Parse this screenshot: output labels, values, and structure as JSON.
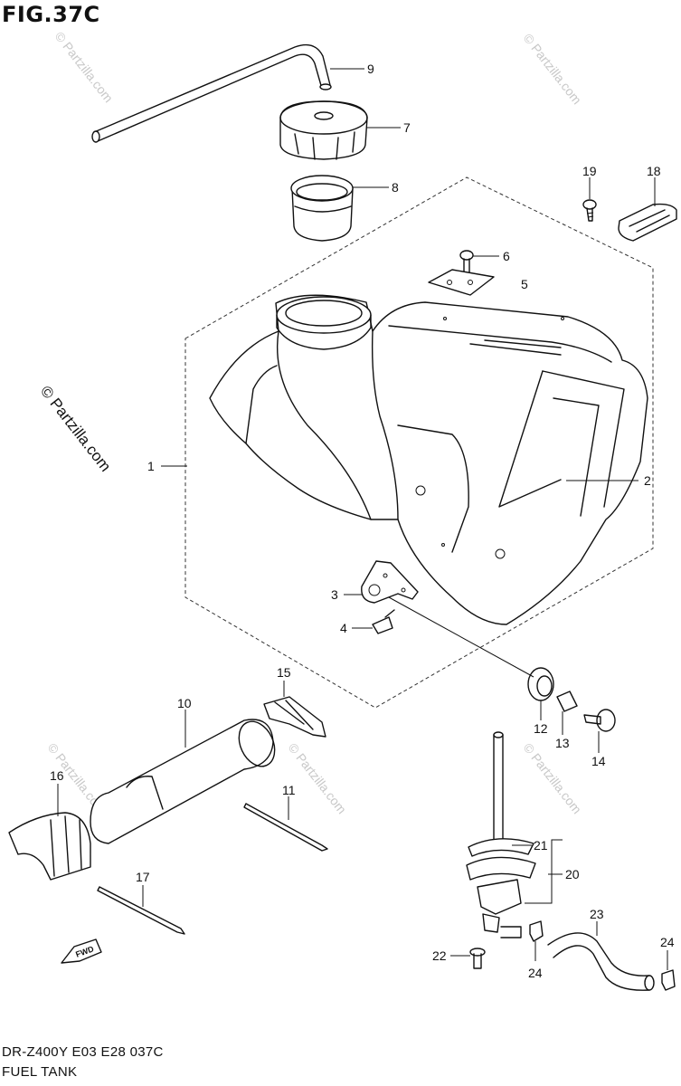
{
  "figure": {
    "title": "FIG.37C",
    "model_line": "DR-Z400Y E03 E28  037C",
    "section_name": "FUEL TANK"
  },
  "watermark": {
    "text": "© Partzilla.com"
  },
  "fwd_arrow": {
    "label": "FWD"
  },
  "callouts": [
    {
      "id": "c1",
      "label": "1"
    },
    {
      "id": "c2",
      "label": "2"
    },
    {
      "id": "c3",
      "label": "3"
    },
    {
      "id": "c4",
      "label": "4"
    },
    {
      "id": "c5",
      "label": "5"
    },
    {
      "id": "c6",
      "label": "6"
    },
    {
      "id": "c7",
      "label": "7"
    },
    {
      "id": "c8",
      "label": "8"
    },
    {
      "id": "c9",
      "label": "9"
    },
    {
      "id": "c10",
      "label": "10"
    },
    {
      "id": "c11",
      "label": "11"
    },
    {
      "id": "c12",
      "label": "12"
    },
    {
      "id": "c13",
      "label": "13"
    },
    {
      "id": "c14",
      "label": "14"
    },
    {
      "id": "c15",
      "label": "15"
    },
    {
      "id": "c16",
      "label": "16"
    },
    {
      "id": "c17",
      "label": "17"
    },
    {
      "id": "c18",
      "label": "18"
    },
    {
      "id": "c19",
      "label": "19"
    },
    {
      "id": "c20",
      "label": "20"
    },
    {
      "id": "c21",
      "label": "21"
    },
    {
      "id": "c22",
      "label": "22"
    },
    {
      "id": "c23",
      "label": "23"
    },
    {
      "id": "c24a",
      "label": "24"
    },
    {
      "id": "c24b",
      "label": "24"
    }
  ]
}
